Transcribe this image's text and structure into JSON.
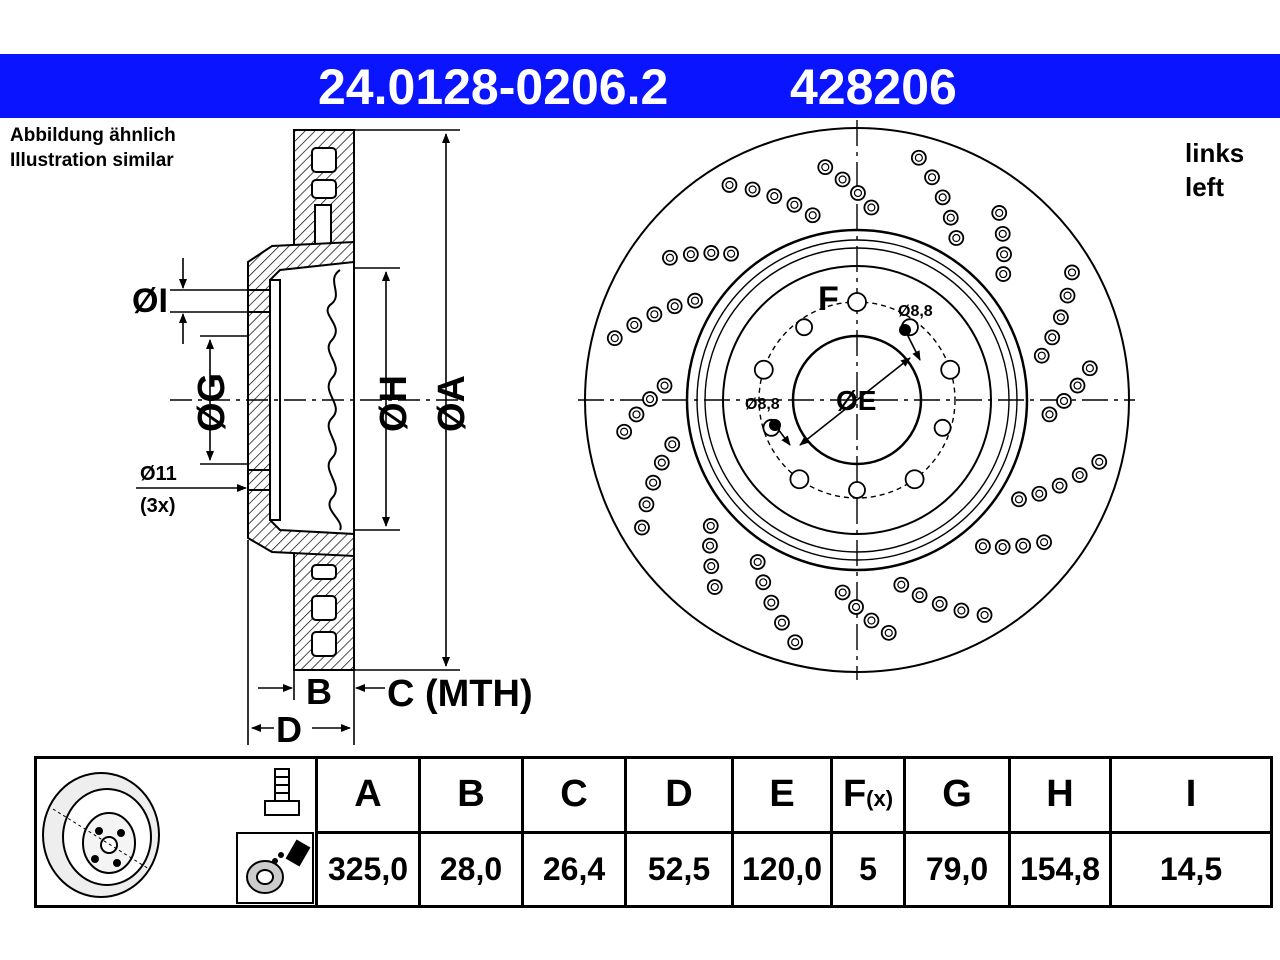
{
  "header": {
    "part_number": "24.0128-0206.2",
    "article_number": "428206",
    "banner_color": "#0a14ff"
  },
  "notes": {
    "line1": "Abbildung ähnlich",
    "line2": "Illustration similar"
  },
  "side": {
    "line1": "links",
    "line2": "left"
  },
  "drawing_labels": {
    "dim_I": "ØI",
    "dim_G": "ØG",
    "dim_H": "ØH",
    "dim_A": "ØA",
    "dim_11": "Ø11",
    "count_3x": "(3x)",
    "dim_B": "B",
    "dim_C": "C (MTH)",
    "dim_D": "D",
    "dim_F": "F",
    "dim_E": "ØE",
    "dim_88_top": "Ø8,8",
    "dim_88_left": "Ø8,8"
  },
  "spec_table": {
    "headers": [
      "A",
      "B",
      "C",
      "D",
      "E",
      "F",
      "G",
      "H",
      "I"
    ],
    "f_suffix": "(x)",
    "values": [
      "325,0",
      "28,0",
      "26,4",
      "52,5",
      "120,0",
      "5",
      "79,0",
      "154,8",
      "14,5"
    ],
    "icons": [
      "brake-disc-icon",
      "bolt-icon",
      "cleaning-spray-icon"
    ]
  }
}
